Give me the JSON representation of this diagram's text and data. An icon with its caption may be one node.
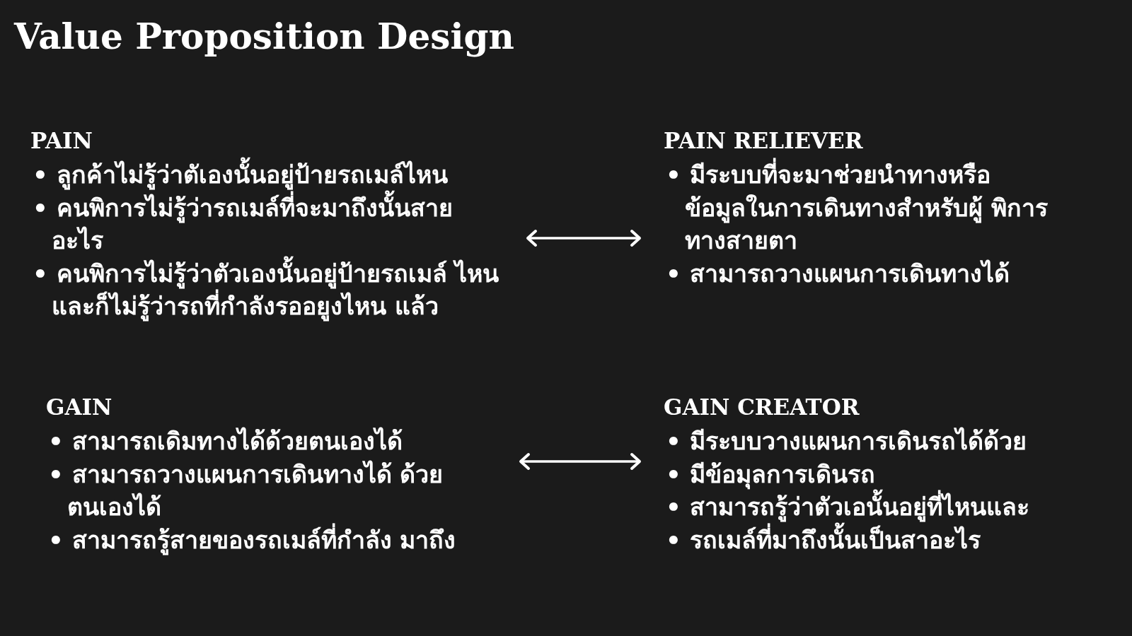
{
  "diagram": {
    "title": "Value Proposition Design",
    "nodes": [
      {
        "text": [
          "PAIN",
          "• ลูกค้าไม่รู้ว่าตัเองนั้นอยู่ป้ายรถเมล์ไหน",
          "• คนพิการไม่รู้ว่ารถเมล์ที่จะมาถึงนั้นสาย อะไร",
          "• คนพิการไม่รู้ว่าตัวเองนั้นอยู่ป้ายรถเมล์ ไหนและก็ไม่รู้ว่ารถที่กำลังรออยูงไหน แล้ว"
        ]
      },
      {
        "text": [
          "PAIN RELIEVER",
          "• มีระบบที่จะมาช่วยนำทางหรือ ข้อมูลในการเดินทางสำหรับผู้ พิการทางสายตา",
          "• สามารถวางแผนการเดินทางได้"
        ]
      },
      {
        "text": [
          "GAIN",
          "• สามารถเดิมทางได้ด้วยตนเองได้",
          "• สามารถวางแผนการเดินทางได้ ด้วยตนเองได้",
          "• สามารถรู้สายของรถเมล์ที่กำลัง มาถึง"
        ]
      },
      {
        "text": [
          "GAIN CREATOR",
          "• มีระบบวางแผนการเดินรถได้ด้วย",
          "• มีข้อมุลการเดินรถ",
          "• สามารถรู้ว่าตัวเอนั้นอยู่ที่ไหนและ",
          "• รถเมล์ที่มาถึงนั้นเป็นสาอะไร"
        ]
      }
    ],
    "edges": [
      {
        "from": 0,
        "to": 1,
        "arrow": "both"
      },
      {
        "from": 2,
        "to": 3,
        "arrow": "both"
      }
    ]
  }
}
